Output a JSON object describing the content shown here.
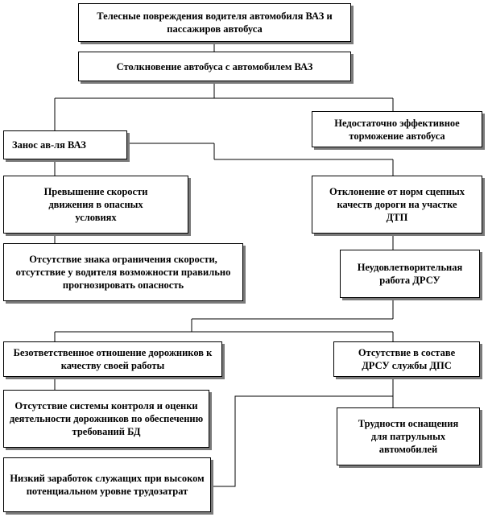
{
  "nodes": {
    "injuries": "Телесные повреждения водителя автомобиля ВАЗ и пассажиров автобуса",
    "collision": "Столкновение автобуса с автомобилем ВАЗ",
    "skid": "Занос ав-ля ВАЗ",
    "braking": "Недостаточно эффективное торможение автобуса",
    "speeding": "Превышение скорости движения в опасных условиях",
    "road_grip": "Отклонение от норм сцепных качеств дороги на участке ДТП",
    "no_sign": "Отсутствие знака ограничения скорости, отсутствие у водителя возможности правильно прогнозировать опасность",
    "drsu_work": "Неудовлетворительная работа ДРСУ",
    "negligence": "Безответственное отношение дорожников к качеству своей работы",
    "no_dps": "Отсутствие в составе ДРСУ службы ДПС",
    "no_control": "Отсутствие системы контроля и оценки деятельности дорожников по обеспечению требований БД",
    "patrol_equip": "Трудности оснащения для патрульных автомобилей",
    "low_salary": "Низкий заработок служащих при высоком потенциальном уровне трудозатрат"
  }
}
